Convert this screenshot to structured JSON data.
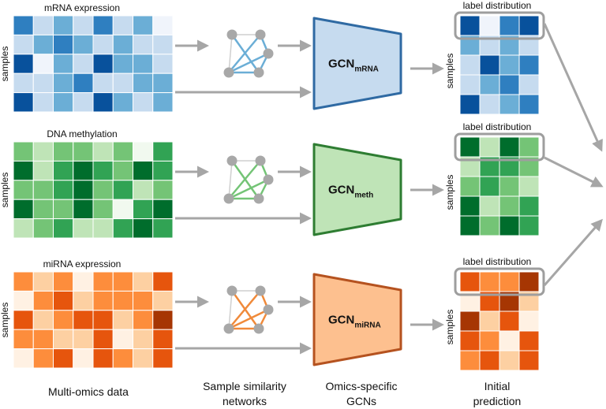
{
  "samples_label": "samples",
  "label_distribution": "label distribution",
  "omics": [
    {
      "id": "mrna",
      "title": "mRNA expression",
      "gcn_main": "GCN",
      "gcn_sub": "mRNA",
      "palette": [
        "#f0f4fb",
        "#c6dbef",
        "#6baed6",
        "#2f7fc0",
        "#08519c"
      ],
      "model_color": "#c6dbef",
      "model_border": "#2f6aa3",
      "net_edge": "#6baed6",
      "input_matrix": [
        [
          3,
          1,
          2,
          1,
          3,
          1,
          2,
          0
        ],
        [
          1,
          2,
          3,
          2,
          1,
          2,
          1,
          1
        ],
        [
          4,
          0,
          2,
          1,
          4,
          2,
          2,
          1
        ],
        [
          1,
          1,
          2,
          3,
          1,
          1,
          2,
          2
        ],
        [
          4,
          1,
          2,
          1,
          4,
          2,
          1,
          2
        ]
      ],
      "pred_matrix": [
        [
          4,
          0,
          3,
          4
        ],
        [
          2,
          1,
          2,
          1
        ],
        [
          1,
          4,
          2,
          3
        ],
        [
          1,
          2,
          3,
          1
        ],
        [
          4,
          1,
          2,
          3
        ]
      ]
    },
    {
      "id": "meth",
      "title": "DNA methylation",
      "gcn_main": "GCN",
      "gcn_sub": "meth",
      "palette": [
        "#f1f9ef",
        "#bfe4b7",
        "#74c476",
        "#31a354",
        "#006d2c"
      ],
      "model_color": "#bfe4b7",
      "model_border": "#2e7d32",
      "net_edge": "#74c476",
      "input_matrix": [
        [
          2,
          1,
          2,
          2,
          1,
          2,
          0,
          3
        ],
        [
          4,
          1,
          3,
          4,
          3,
          2,
          4,
          3
        ],
        [
          2,
          2,
          3,
          4,
          2,
          3,
          1,
          2
        ],
        [
          4,
          2,
          2,
          4,
          2,
          0,
          3,
          4
        ],
        [
          1,
          2,
          3,
          1,
          1,
          3,
          4,
          3
        ]
      ],
      "pred_matrix": [
        [
          4,
          1,
          4,
          2
        ],
        [
          1,
          3,
          3,
          2
        ],
        [
          2,
          3,
          2,
          1
        ],
        [
          4,
          1,
          2,
          3
        ],
        [
          4,
          2,
          4,
          3
        ]
      ]
    },
    {
      "id": "mirna",
      "title": "miRNA expression",
      "gcn_main": "GCN",
      "gcn_sub": "miRNA",
      "palette": [
        "#fff1e3",
        "#fdd0a2",
        "#fd8d3c",
        "#e6550d",
        "#a63603"
      ],
      "model_color": "#fdc08f",
      "model_border": "#b5521f",
      "net_edge": "#f08a3a",
      "input_matrix": [
        [
          2,
          1,
          2,
          0,
          2,
          2,
          1,
          3
        ],
        [
          0,
          2,
          3,
          1,
          2,
          2,
          2,
          1
        ],
        [
          3,
          1,
          2,
          3,
          3,
          1,
          2,
          4
        ],
        [
          2,
          2,
          1,
          1,
          3,
          0,
          1,
          3
        ],
        [
          0,
          2,
          3,
          0,
          3,
          2,
          1,
          3
        ]
      ],
      "pred_matrix": [
        [
          3,
          2,
          2,
          4
        ],
        [
          0,
          3,
          4,
          1
        ],
        [
          4,
          1,
          3,
          0
        ],
        [
          3,
          2,
          0,
          3
        ],
        [
          2,
          3,
          1,
          3
        ]
      ]
    }
  ],
  "footer": {
    "col1": [
      "Multi-omics data"
    ],
    "col2": [
      "Sample similarity",
      "networks"
    ],
    "col3": [
      "Omics-specific",
      "GCNs"
    ],
    "col4": [
      "Initial",
      "prediction"
    ]
  },
  "colors": {
    "arrow": "#a6a6a6",
    "node": "#a8a8a8",
    "highlight_box": "#9e9e9e"
  }
}
